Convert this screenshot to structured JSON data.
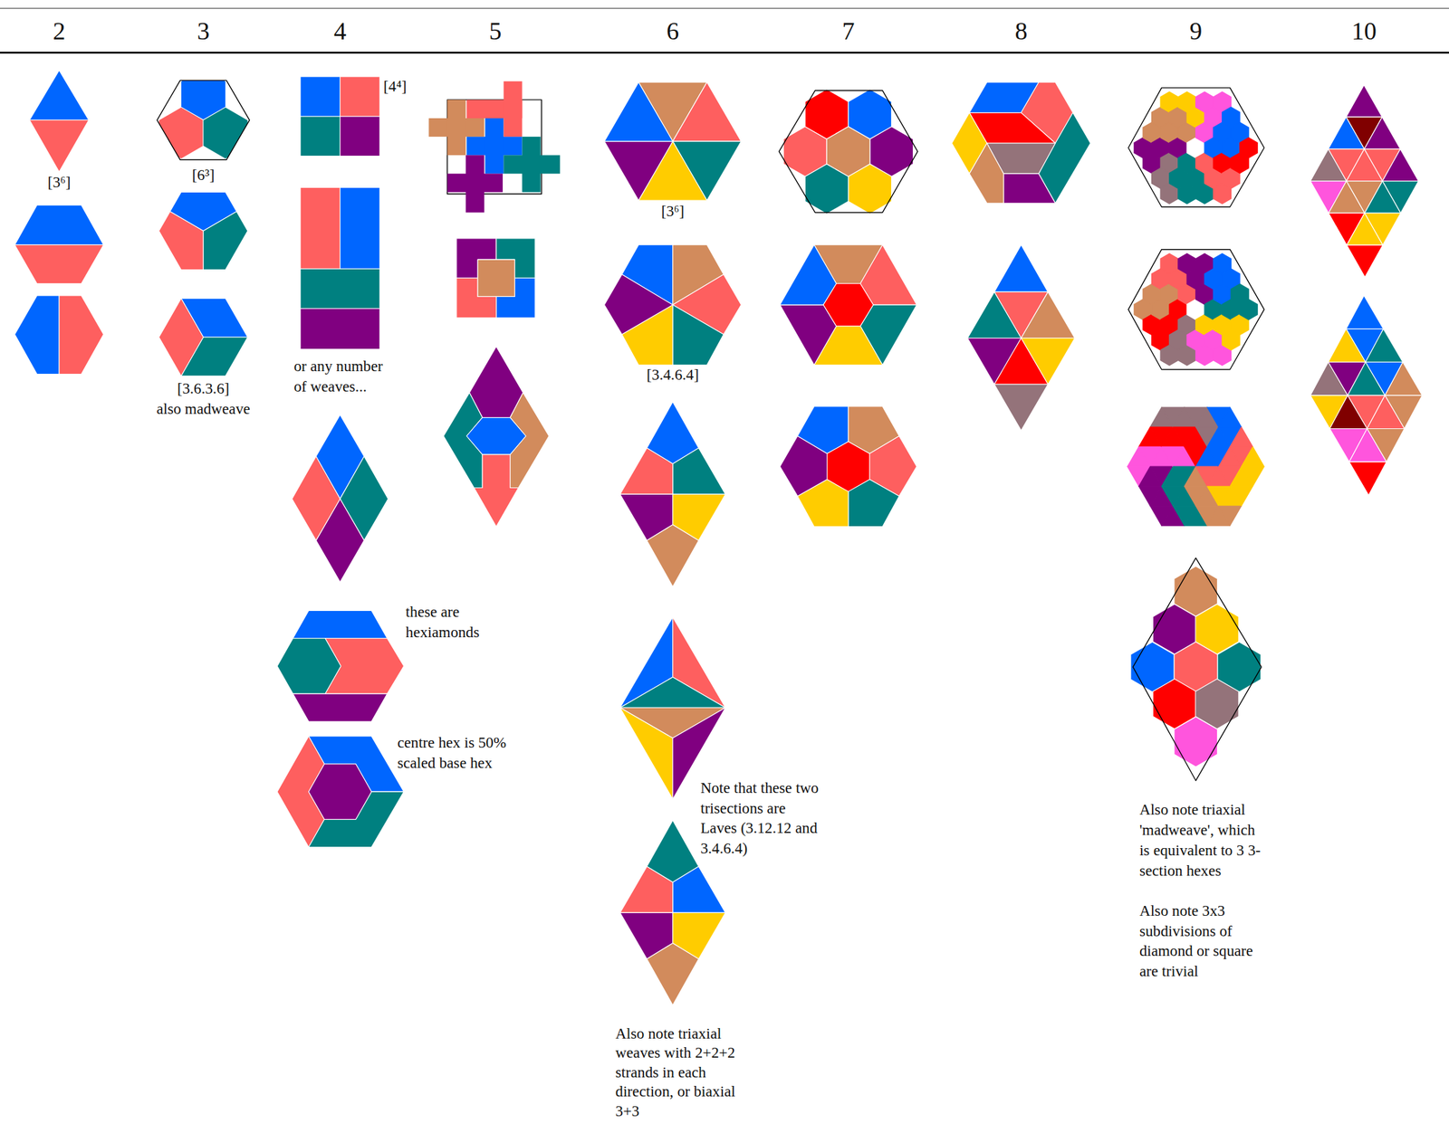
{
  "diagram": {
    "labels": [
      "2",
      "3",
      "4",
      "5",
      "6",
      "7",
      "8",
      "9",
      "10",
      "[3⁶]",
      "[6³]",
      "[3.6.3.6]",
      "also madweave",
      "[4⁴]",
      "or any number of weaves...",
      "these are hexiamonds",
      "centre hex is 50% scaled base hex",
      "[3⁶]",
      "[3.4.6.4]",
      "Note that these two trisections are Laves (3.12.12 and 3.4.6.4)",
      "Also note triaxial weaves with 2+2+2 strands in each direction, or biaxial 3+3",
      "Also note triaxial 'madweave', which is equivalent to 3 3-section hexes",
      "Also note 3x3 subdivisions of diamond or square are trivial"
    ]
  }
}
